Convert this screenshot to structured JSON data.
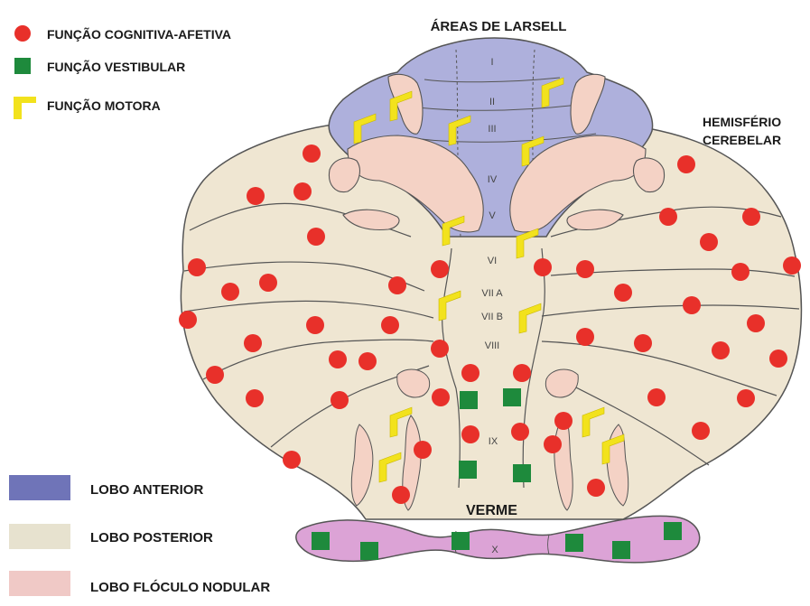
{
  "title": "ÁREAS DE LARSELL",
  "hemisphere_label_line1": "HEMISFÉRIO",
  "hemisphere_label_line2": "CEREBELAR",
  "verme_label": "VERME",
  "function_legend": [
    {
      "label": "FUNÇÃO COGNITIVA-AFETIVA",
      "marker": "red-circle",
      "color": "#e8302a"
    },
    {
      "label": "FUNÇÃO VESTIBULAR",
      "marker": "green-square",
      "color": "#1e8a3c"
    },
    {
      "label": "FUNÇÃO MOTORA",
      "marker": "yellow-chevron",
      "color": "#f2e21d"
    }
  ],
  "lobe_legend": [
    {
      "label": "LOBO ANTERIOR",
      "color": "#6f74b8"
    },
    {
      "label": "LOBO POSTERIOR",
      "color": "#e7e2cf"
    },
    {
      "label": "LOBO FLÓCULO NODULAR",
      "color": "#f0c9c6"
    }
  ],
  "larsell_areas": [
    "I",
    "II",
    "III",
    "IV",
    "V",
    "VI",
    "VII A",
    "VII B",
    "VIII",
    "IX",
    "X"
  ],
  "colors": {
    "anterior_lobe": "#aeb0dc",
    "posterior_lobe": "#efe6d2",
    "flocculonodular_lobe": "#dca3d6",
    "cognitive_marker": "#e8302a",
    "vestibular_marker": "#1e8a3c",
    "motor_marker": "#f2e21d",
    "outline": "#555555"
  }
}
